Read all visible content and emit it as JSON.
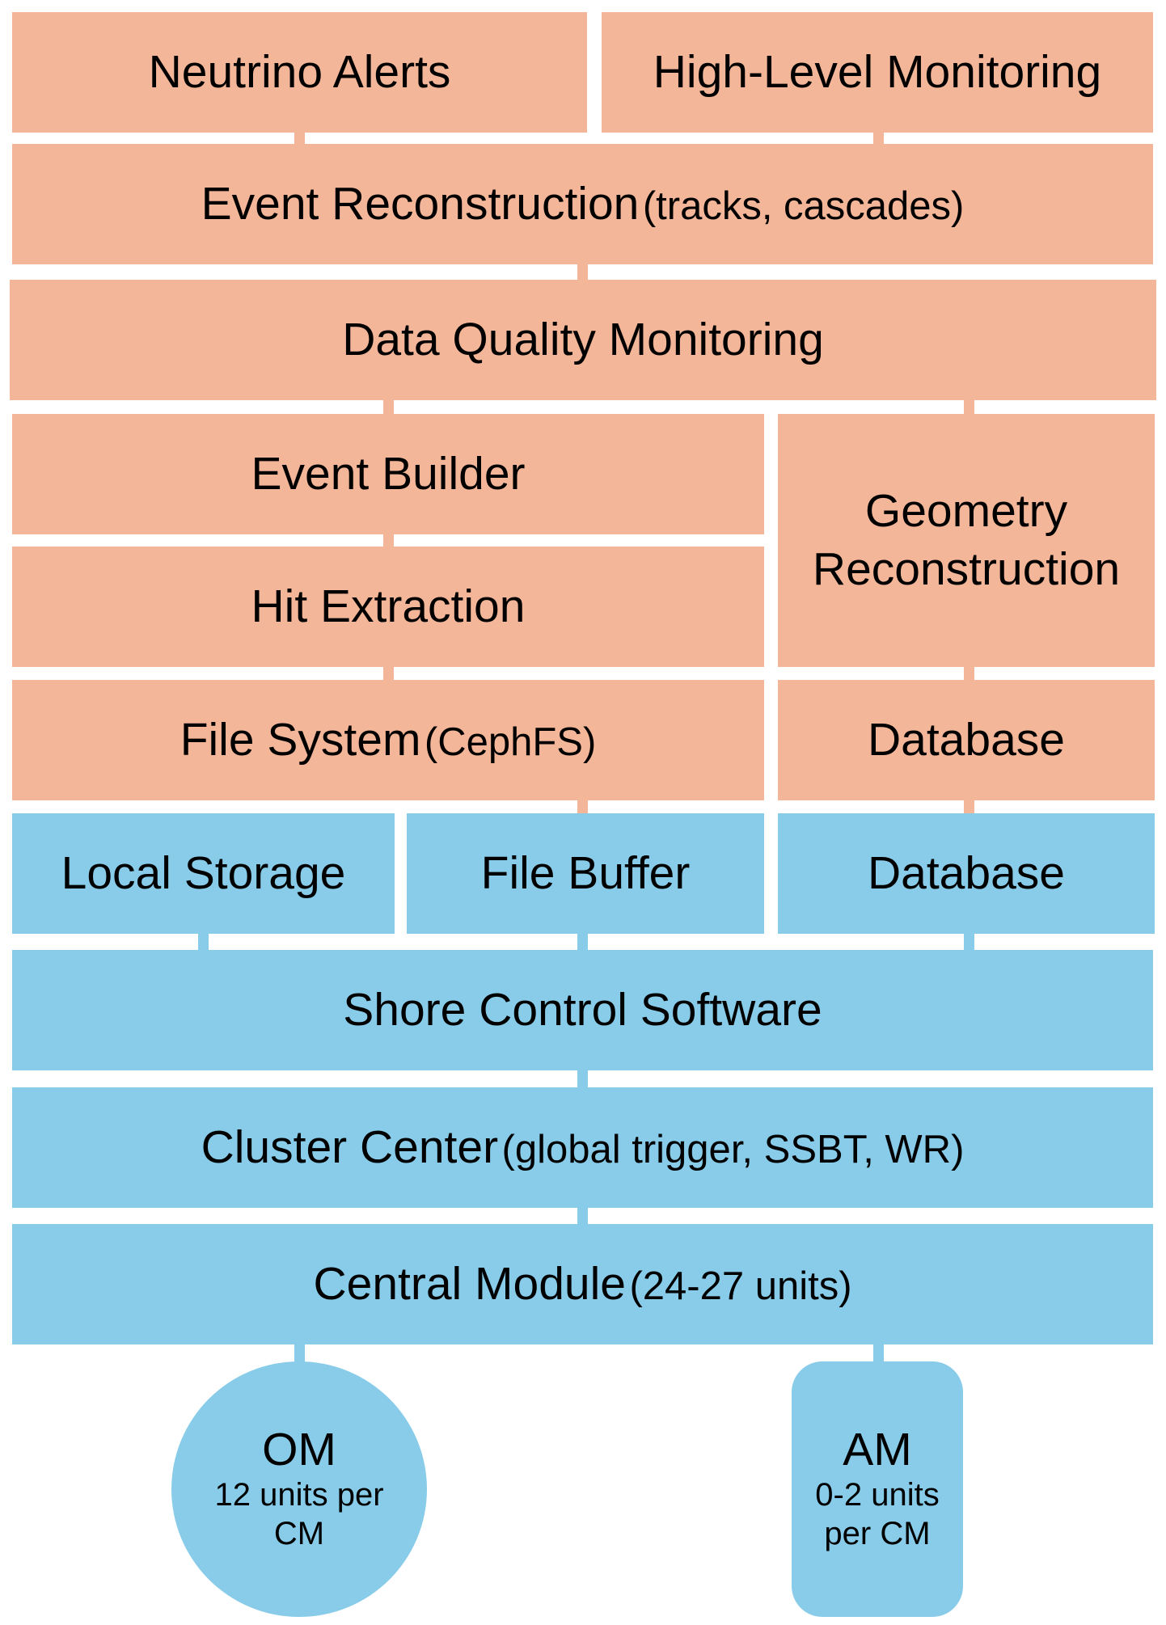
{
  "colors": {
    "software": "#f3b698",
    "hardware": "#88cce9"
  },
  "software": {
    "neutrino_alerts": "Neutrino Alerts",
    "high_level_monitoring": "High-Level Monitoring",
    "event_reconstruction": {
      "main": "Event Reconstruction",
      "detail": "(tracks, cascades)"
    },
    "data_quality_monitoring": "Data Quality Monitoring",
    "event_builder": "Event Builder",
    "geometry_reconstruction": {
      "line1": "Geometry",
      "line2": "Reconstruction"
    },
    "hit_extraction": "Hit Extraction",
    "file_system": {
      "main": "File System",
      "detail": "(CephFS)"
    },
    "database": "Database"
  },
  "hardware": {
    "local_storage": "Local Storage",
    "file_buffer": "File Buffer",
    "database": "Database",
    "shore_control_software": "Shore Control Software",
    "cluster_center": {
      "main": "Cluster Center",
      "detail": "(global trigger, SSBT, WR)"
    },
    "central_module": {
      "main": "Central Module",
      "detail": "(24-27 units)"
    },
    "om": {
      "title": "OM",
      "line1": "12 units per",
      "line2": "CM"
    },
    "am": {
      "title": "AM",
      "line1": "0-2 units",
      "line2": "per CM"
    }
  }
}
